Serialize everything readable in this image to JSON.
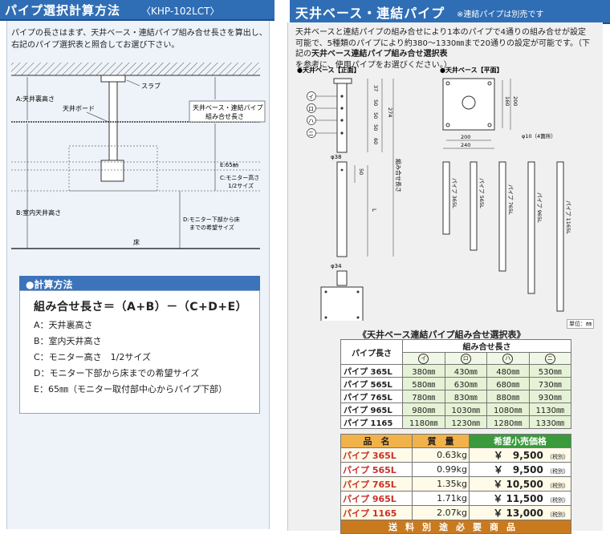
{
  "left": {
    "title": "パイプ選択計算方法",
    "subtitle": "〈KHP-102LCT〉",
    "intro_line1": "パイプの長さはまず、天井ベース・連結パイプ組み合せ長さを算出し、",
    "intro_line2": "右記のパイプ選択表と照合してお選び下さい。",
    "diagram": {
      "slab": "スラブ",
      "a_label": "A:天井裏高さ",
      "ceiling_board": "天井ボード",
      "combo_label_1": "天井ベース・連結パイプ",
      "combo_label_2": "組み合せ長さ",
      "e_label": "E:65㎜",
      "c_label_1": "C:モニター高さ",
      "c_label_2": "1/2サイズ",
      "b_label": "B:室内天井高さ",
      "d_label_1": "D:モニター下部から床",
      "d_label_2": "までの希望サイズ",
      "floor": "床"
    },
    "calc": {
      "title": "●計算方法",
      "formula": "組み合せ長さ＝（A+B）－（C+D+E）",
      "items": [
        "A：天井裏高さ",
        "B：室内天井高さ",
        "C：モニター高さ　1/2サイズ",
        "D：モニター下部から床までの希望サイズ",
        "E：65㎜（モニター取付部中心からパイプ下部）"
      ]
    }
  },
  "right": {
    "title": "天井ベース・連結パイプ",
    "note": "※連結パイプは別売です",
    "intro_line1": "天井ベースと連結パイプの組み合せにより1本のパイプで4通りの組み合せが設定",
    "intro_line2": "可能で、5種類のパイプにより約380～1330㎜まで20通りの設定が可能です。（下",
    "intro_line3_pre": "記の",
    "intro_line3_bold": "天井ベース連結パイプ組み合せ選択表",
    "intro_line3_post": "を参考に、使用パイプをお選びください。）",
    "diagram": {
      "front_label": "●天井ベース【正面】",
      "plan_label": "●天井ベース【平面】",
      "dim_37": "37",
      "dim_50a": "50",
      "dim_50b": "50",
      "dim_50c": "50",
      "dim_60": "60",
      "dim_274": "274",
      "dim_phi38": "φ38",
      "dim_50d": "50",
      "dim_L": "L",
      "dim_phi34": "φ34",
      "combo_length": "組み合せ長さ",
      "hole_i": "イ",
      "hole_ro": "ロ",
      "hole_ha": "ハ",
      "hole_ni": "ニ",
      "plan_160": "160",
      "plan_200v": "200",
      "plan_200h": "200",
      "plan_240": "240",
      "plan_hole": "φ10（4箇所）",
      "pipes": [
        "パイプ 365L",
        "パイプ 565L",
        "パイプ 765L",
        "パイプ 965L",
        "パイプ 1165L"
      ],
      "unit": "単位：㎜"
    },
    "selection": {
      "title": "《天井ベース連結パイプ組み合せ選択表》",
      "col_pipe": "パイプ長さ",
      "col_combo": "組み合せ長さ",
      "holes": [
        "イ",
        "ロ",
        "ハ",
        "ニ"
      ],
      "rows": [
        {
          "name": "パイプ 365L",
          "vals": [
            "380㎜",
            "430㎜",
            "480㎜",
            "530㎜"
          ]
        },
        {
          "name": "パイプ 565L",
          "vals": [
            "580㎜",
            "630㎜",
            "680㎜",
            "730㎜"
          ]
        },
        {
          "name": "パイプ 765L",
          "vals": [
            "780㎜",
            "830㎜",
            "880㎜",
            "930㎜"
          ]
        },
        {
          "name": "パイプ 965L",
          "vals": [
            "980㎜",
            "1030㎜",
            "1080㎜",
            "1130㎜"
          ]
        },
        {
          "name": "パイプ 1165",
          "vals": [
            "1180㎜",
            "1230㎜",
            "1280㎜",
            "1330㎜"
          ]
        }
      ]
    },
    "prices": {
      "col_name": "品　名",
      "col_weight": "質　量",
      "col_price": "希望小売価格",
      "tax": "（税別）",
      "rows": [
        {
          "name": "パイプ 365L",
          "weight": "0.63kg",
          "price": "￥　9,500"
        },
        {
          "name": "パイプ 565L",
          "weight": "0.99kg",
          "price": "￥　9,500"
        },
        {
          "name": "パイプ 765L",
          "weight": "1.35kg",
          "price": "￥ 10,500"
        },
        {
          "name": "パイプ 965L",
          "weight": "1.71kg",
          "price": "￥ 11,500"
        },
        {
          "name": "パイプ 1165",
          "weight": "2.07kg",
          "price": "￥ 13,000"
        }
      ],
      "footer": "送料別途必要商品"
    }
  },
  "colors": {
    "header_blue": "#2f6eb5",
    "price_orange": "#f2b24a",
    "price_green": "#3a9a3c",
    "name_red": "#c8302a",
    "table_green": "#e6f2d6"
  }
}
